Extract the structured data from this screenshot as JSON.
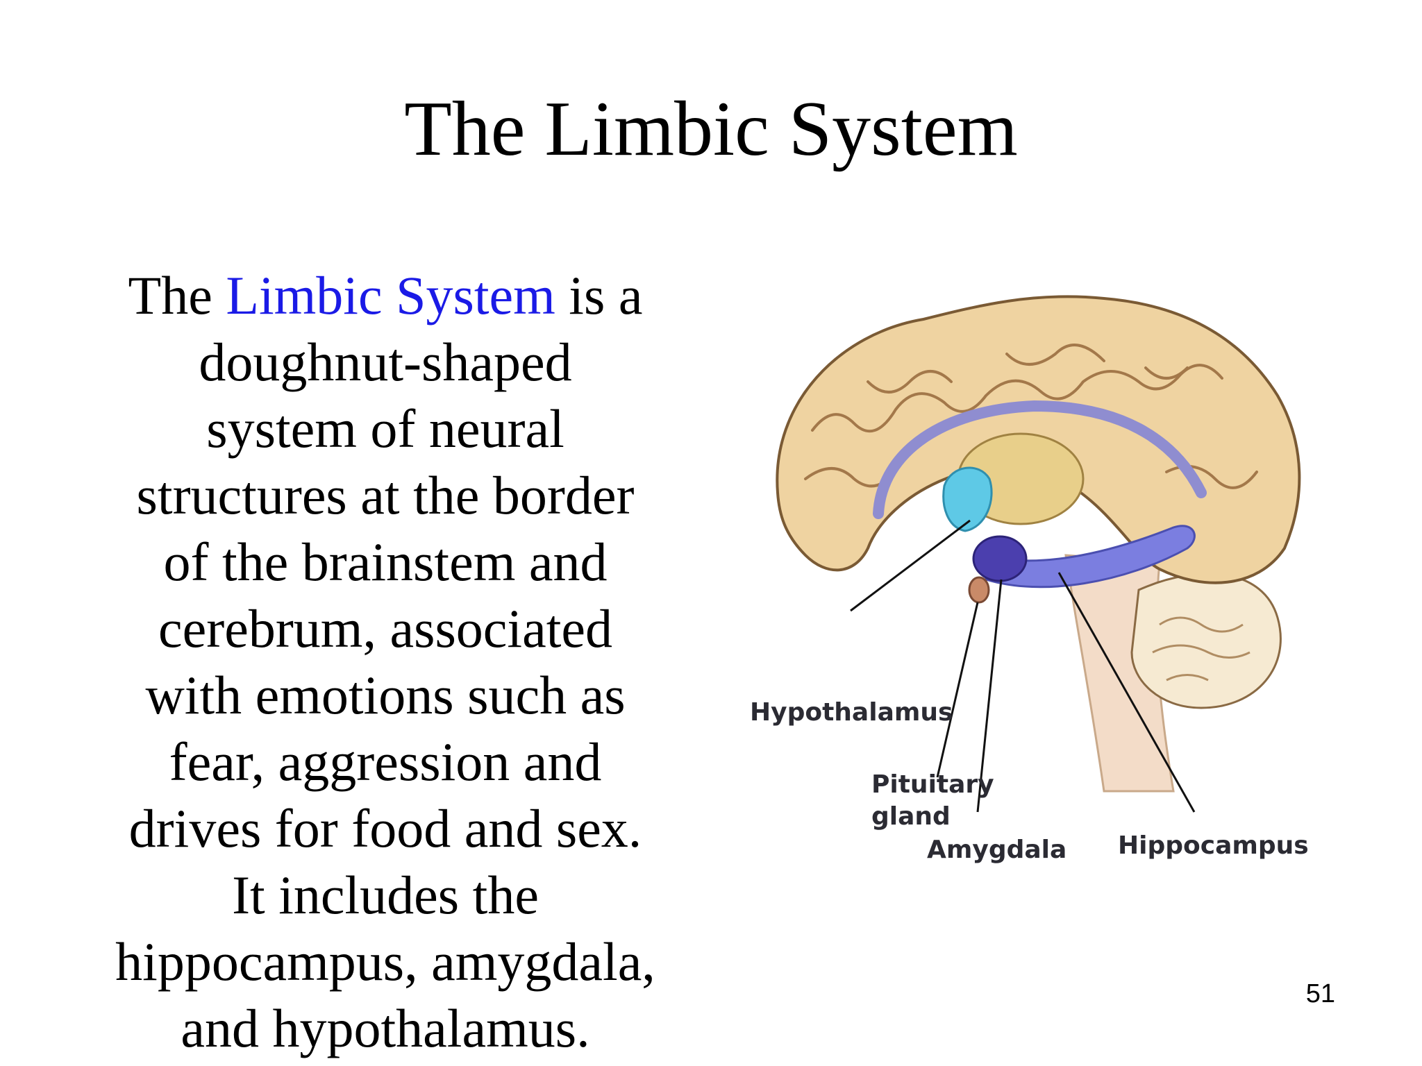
{
  "slide": {
    "title": "The Limbic System",
    "body": {
      "prefix": "The ",
      "highlight": "Limbic System",
      "suffix": " is a",
      "lines": [
        "doughnut-shaped",
        "system of neural",
        "structures at the border",
        "of the brainstem and",
        "cerebrum, associated",
        "with emotions such as",
        "fear, aggression and",
        "drives for food and sex.",
        "It includes the",
        "hippocampus, amygdala,",
        "and hypothalamus."
      ]
    },
    "accent_color": "#1a1ae6",
    "page_number": "51"
  },
  "figure": {
    "labels": {
      "hypothalamus": "Hypothalamus",
      "pituitary_line1": "Pituitary",
      "pituitary_line2": "gland",
      "amygdala": "Amygdala",
      "hippocampus": "Hippocampus"
    },
    "colors": {
      "cortex": "#efd3a1",
      "cortex_outline": "#7a5a34",
      "hippocampus": "#7b7ee0",
      "amygdala": "#4b3fae",
      "hypothalamus": "#5ec9e6",
      "thalamus": "#e8cf8a"
    }
  }
}
